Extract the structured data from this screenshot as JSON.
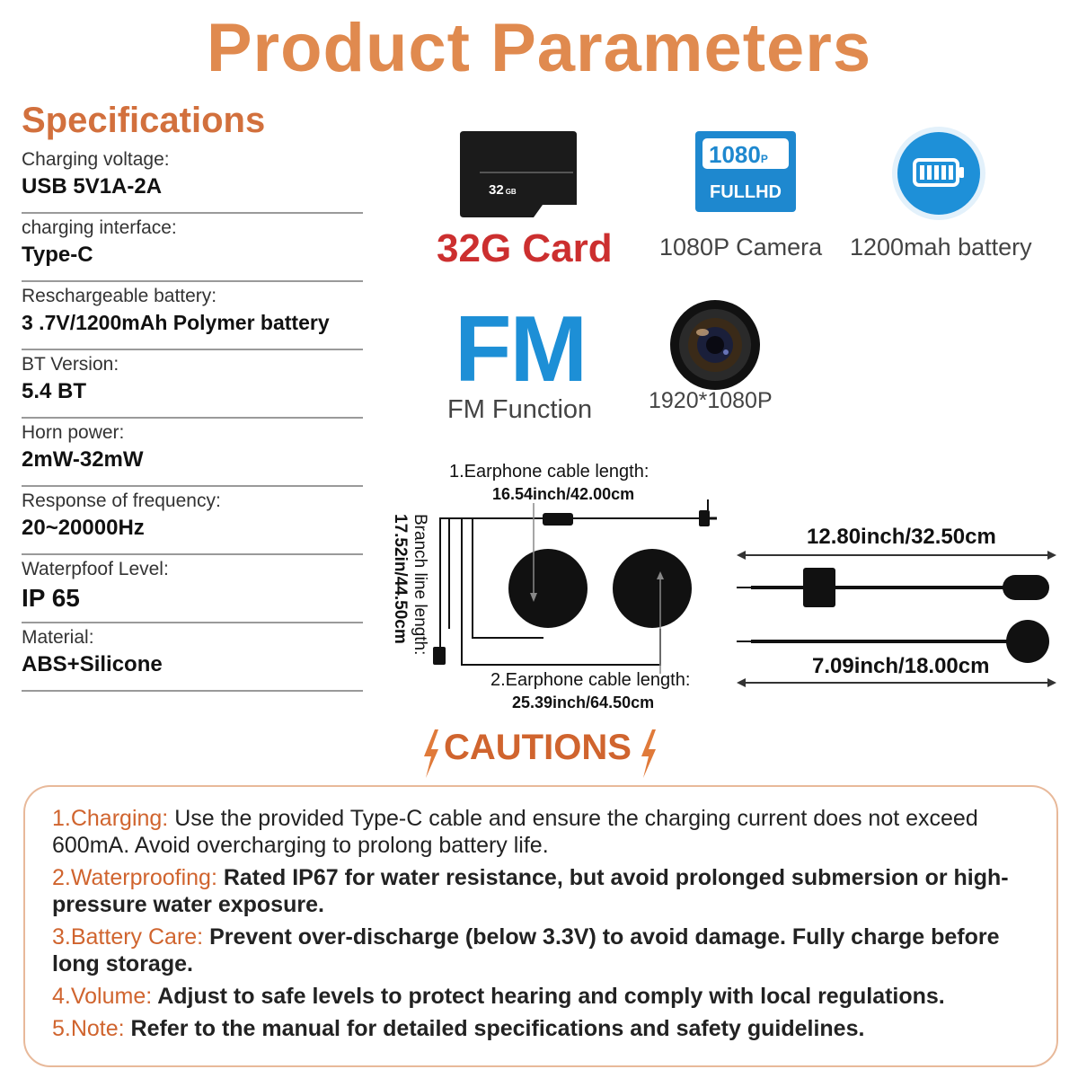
{
  "title": "Product Parameters",
  "specifications": {
    "heading": "Specifications",
    "rows": [
      {
        "label": "Charging voltage:",
        "value": "USB 5V1A-2A"
      },
      {
        "label": "charging interface:",
        "value": "Type-C"
      },
      {
        "label": "Reschargeable battery:",
        "value": "3 .7V/1200mAh Polymer battery"
      },
      {
        "label": "BT Version:",
        "value": "5.4 BT"
      },
      {
        "label": "Horn power:",
        "value": "2mW-32mW"
      },
      {
        "label": "Response of frequency:",
        "value": "20~20000Hz"
      },
      {
        "label": "Waterpfoof Level:",
        "value": "IP 65"
      },
      {
        "label": "Material:",
        "value": "ABS+Silicone"
      }
    ]
  },
  "features": {
    "card": {
      "chip_text": "32",
      "chip_unit": "GB",
      "label": "32G Card"
    },
    "camera_badge": {
      "line1": "1080",
      "line1_suffix": "P",
      "line2": "FULLHD",
      "label": "1080P Camera"
    },
    "battery": {
      "label": "1200mah battery",
      "icon": "battery-icon"
    },
    "fm": {
      "big_text": "FM",
      "label": "FM Function"
    },
    "lens": {
      "label": "1920*1080P",
      "icon": "camera-lens-icon"
    }
  },
  "dimensions": {
    "cable1_label": "1.Earphone cable length:",
    "cable1_value": "16.54inch/42.00cm",
    "branch_label": "Branch line length:",
    "branch_value": "17.52in/44.50cm",
    "cable2_label": "2.Earphone cable length:",
    "cable2_value": "25.39inch/64.50cm",
    "mic_long": "12.80inch/32.50cm",
    "mic_short": "7.09inch/18.00cm"
  },
  "cautions": {
    "title": "CAUTIONS",
    "items": [
      {
        "key": "1.Charging:",
        "text": " Use the provided Type-C cable and ensure the charging current does not exceed 600mA. Avoid overcharging to prolong battery life."
      },
      {
        "key": "2.Waterproofing:",
        "text": " Rated IP67 for water resistance, but avoid prolonged submersion or high-pressure water exposure."
      },
      {
        "key": "3.Battery Care:",
        "text": " Prevent over-discharge (below 3.3V) to avoid damage. Fully charge before long storage."
      },
      {
        "key": "4.Volume:",
        "text": " Adjust to safe levels to protect hearing and comply with local regulations."
      },
      {
        "key": "5.Note:",
        "text": " Refer to the manual for detailed specifications and safety guidelines."
      }
    ]
  },
  "colors": {
    "title_orange": "#e08a4f",
    "heading_orange": "#d2703d",
    "card_red": "#cc2f2f",
    "fm_blue": "#1d8fd6",
    "caution_orange": "#d0642e"
  }
}
